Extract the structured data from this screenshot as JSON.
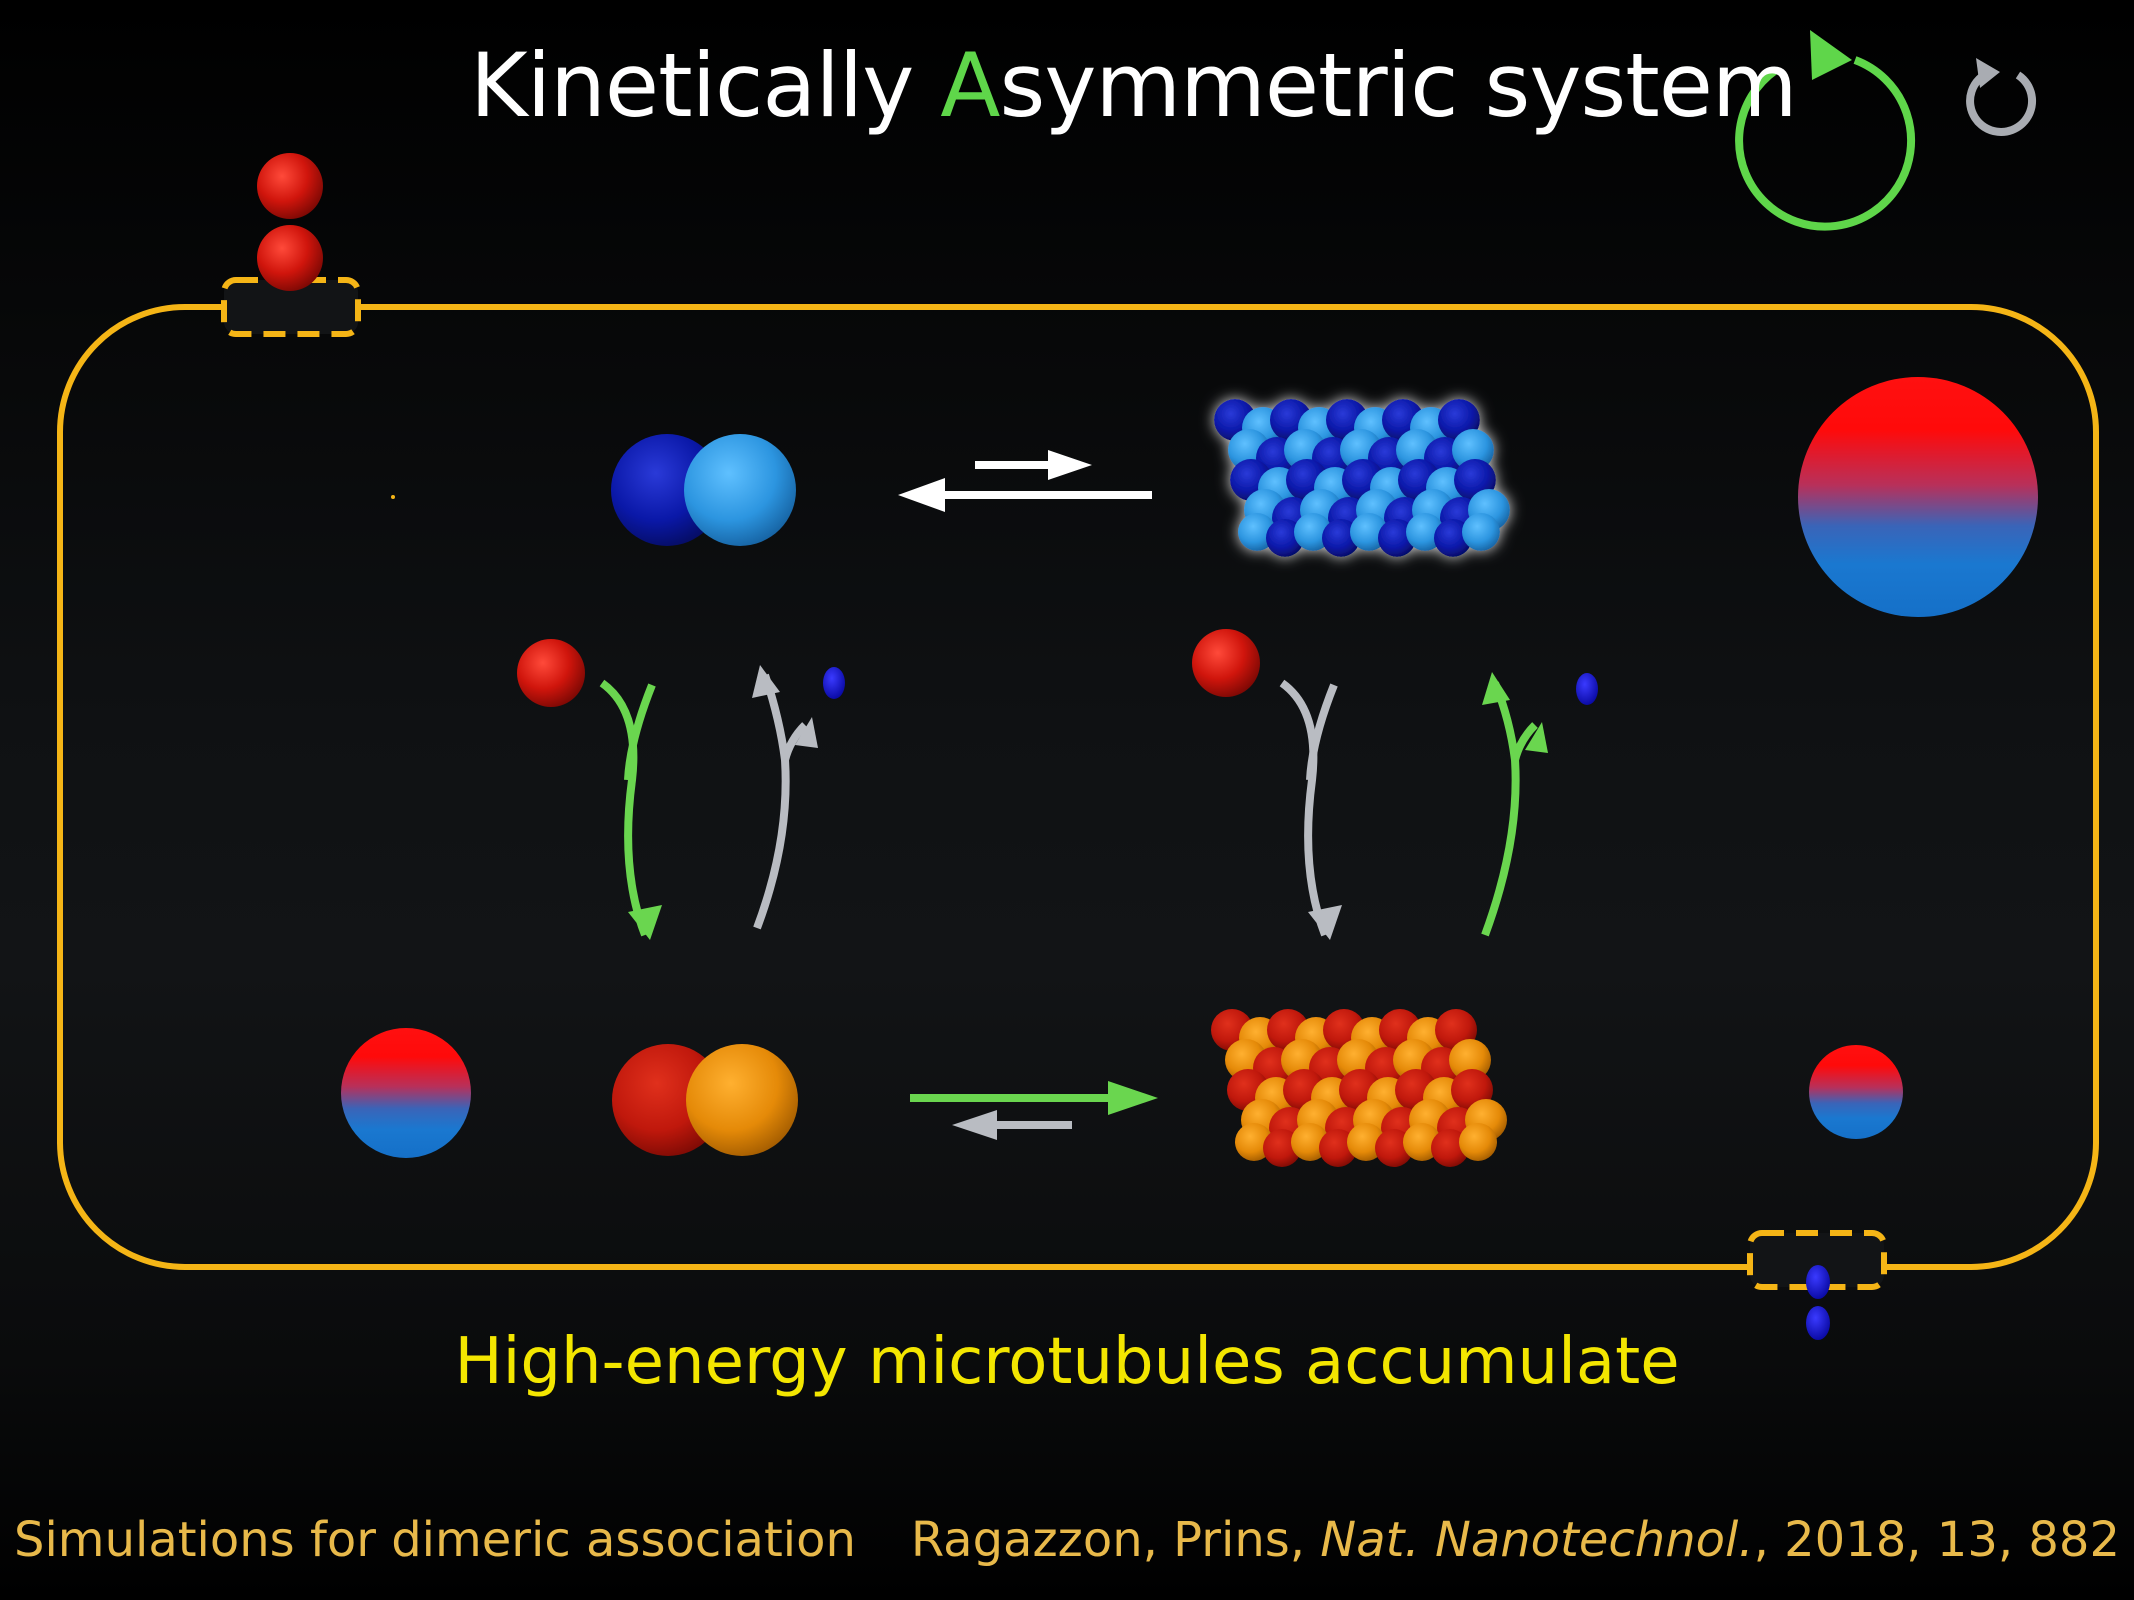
{
  "title": {
    "prefix": "Kinetically ",
    "accent_letter": "A",
    "suffix": "symmetric system"
  },
  "caption": "High-energy microtubules accumulate",
  "footer": {
    "left": "Simulations for dimeric association",
    "citation_authors": "Ragazzon, Prins, ",
    "citation_journal": "Nat. Nanotechnol.",
    "citation_rest": ", 2018, 13, 882"
  },
  "controls": {
    "cycle_icon": "cycle-arrow-icon",
    "replay_icon": "replay-icon"
  },
  "colors": {
    "background": "#000000",
    "title": "#ffffff",
    "accent_green": "#5fd64a",
    "compartment_border": "#f5b516",
    "caption": "#f3e600",
    "footer": "#e8b94a",
    "inactive_arrow": "#b9bcc2",
    "active_arrow": "#6ad64f",
    "monomer_dark_blue": "#0a18a8",
    "monomer_light_blue": "#2c95e0",
    "monomer_red": "#c8160c",
    "monomer_orange": "#e58a08",
    "fuel_red": "#d0150c",
    "waste_blue": "#1010d0"
  }
}
